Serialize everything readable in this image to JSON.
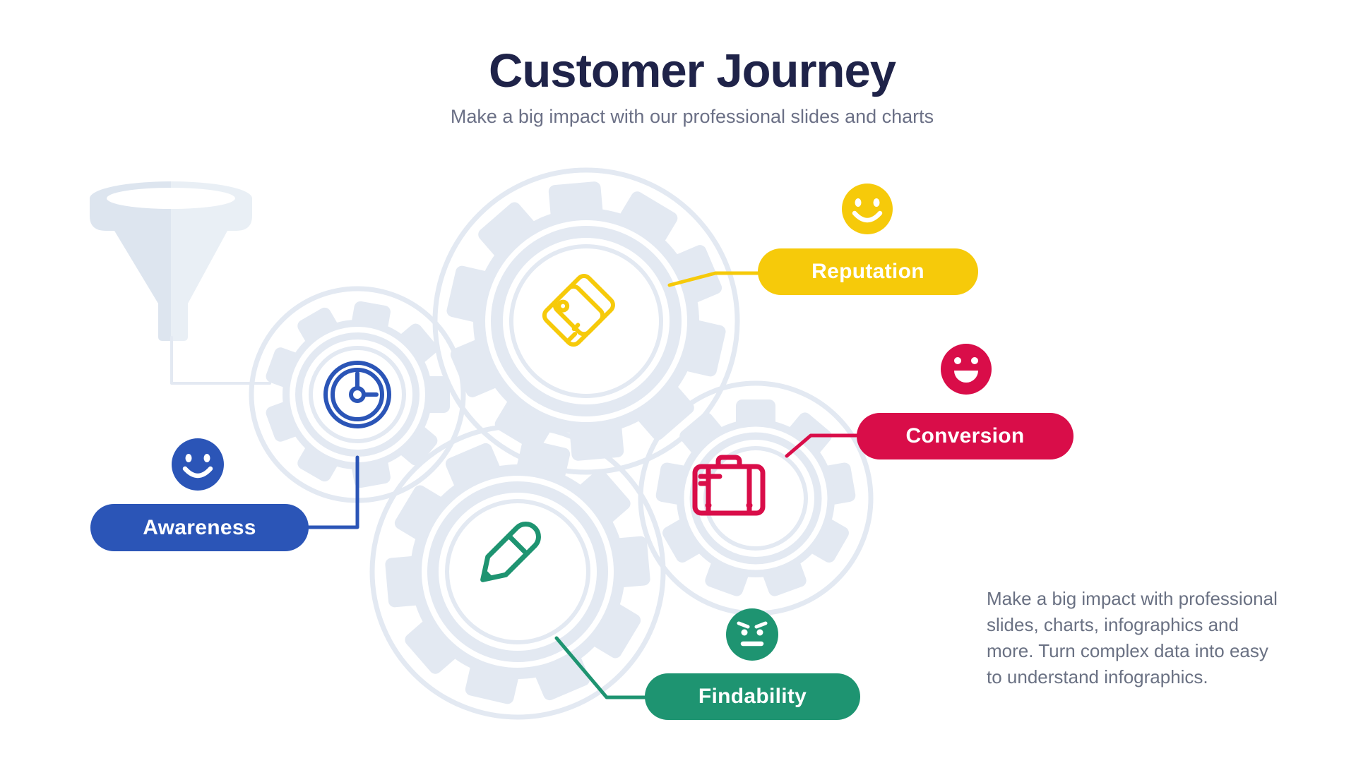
{
  "header": {
    "title": "Customer Journey",
    "subtitle": "Make a big impact with our professional slides and charts"
  },
  "stages": [
    {
      "id": "awareness",
      "label": "Awareness",
      "color": "#2B55B7",
      "icon": "clock-icon",
      "mood_icon": "happy-face-icon"
    },
    {
      "id": "reputation",
      "label": "Reputation",
      "color": "#F6CA0A",
      "icon": "price-tags-icon",
      "mood_icon": "happy-face-icon"
    },
    {
      "id": "conversion",
      "label": "Conversion",
      "color": "#D90D49",
      "icon": "briefcase-icon",
      "mood_icon": "laughing-face-icon"
    },
    {
      "id": "findability",
      "label": "Findability",
      "color": "#1E9471",
      "icon": "pencil-icon",
      "mood_icon": "angry-face-icon"
    }
  ],
  "description": {
    "lines": [
      "Make a big impact with professional",
      "slides, charts, infographics and",
      "more. Turn complex data into easy",
      "to understand infographics."
    ]
  },
  "colors": {
    "title_navy": "#1F2349",
    "subtitle_gray": "#6B7086",
    "body_gray": "#6A7183",
    "gear_light": "#E3E9F2",
    "funnel_left": "#DDE5EF",
    "funnel_right": "#E9EFF5",
    "awareness_blue": "#2B55B7",
    "reputation_yellow": "#F6CA0A",
    "conversion_crimson": "#D90D49",
    "findability_green": "#1E9471"
  }
}
